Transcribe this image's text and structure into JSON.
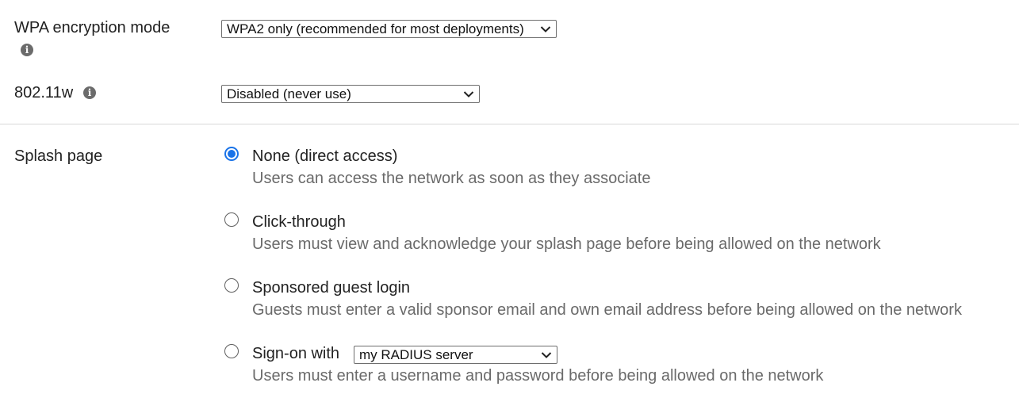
{
  "wpa": {
    "label": "WPA encryption mode",
    "info_icon": "info-icon",
    "selected": "WPA2 only (recommended for most deployments)"
  },
  "pmf": {
    "label": "802.11w",
    "info_icon": "info-icon",
    "selected": "Disabled (never use)"
  },
  "splash": {
    "label": "Splash page",
    "options": [
      {
        "title": "None (direct access)",
        "desc": "Users can access the network as soon as they associate",
        "checked": true
      },
      {
        "title": "Click-through",
        "desc": "Users must view and acknowledge your splash page before being allowed on the network",
        "checked": false
      },
      {
        "title": "Sponsored guest login",
        "desc": "Guests must enter a valid sponsor email and own email address before being allowed on the network",
        "checked": false
      },
      {
        "title": "Sign-on with",
        "desc": "Users must enter a username and password before being allowed on the network",
        "checked": false,
        "select_value": "my RADIUS server"
      }
    ]
  },
  "colors": {
    "accent": "#1a73e8",
    "muted_text": "#6a6a6a",
    "divider": "#d9d9d9"
  }
}
